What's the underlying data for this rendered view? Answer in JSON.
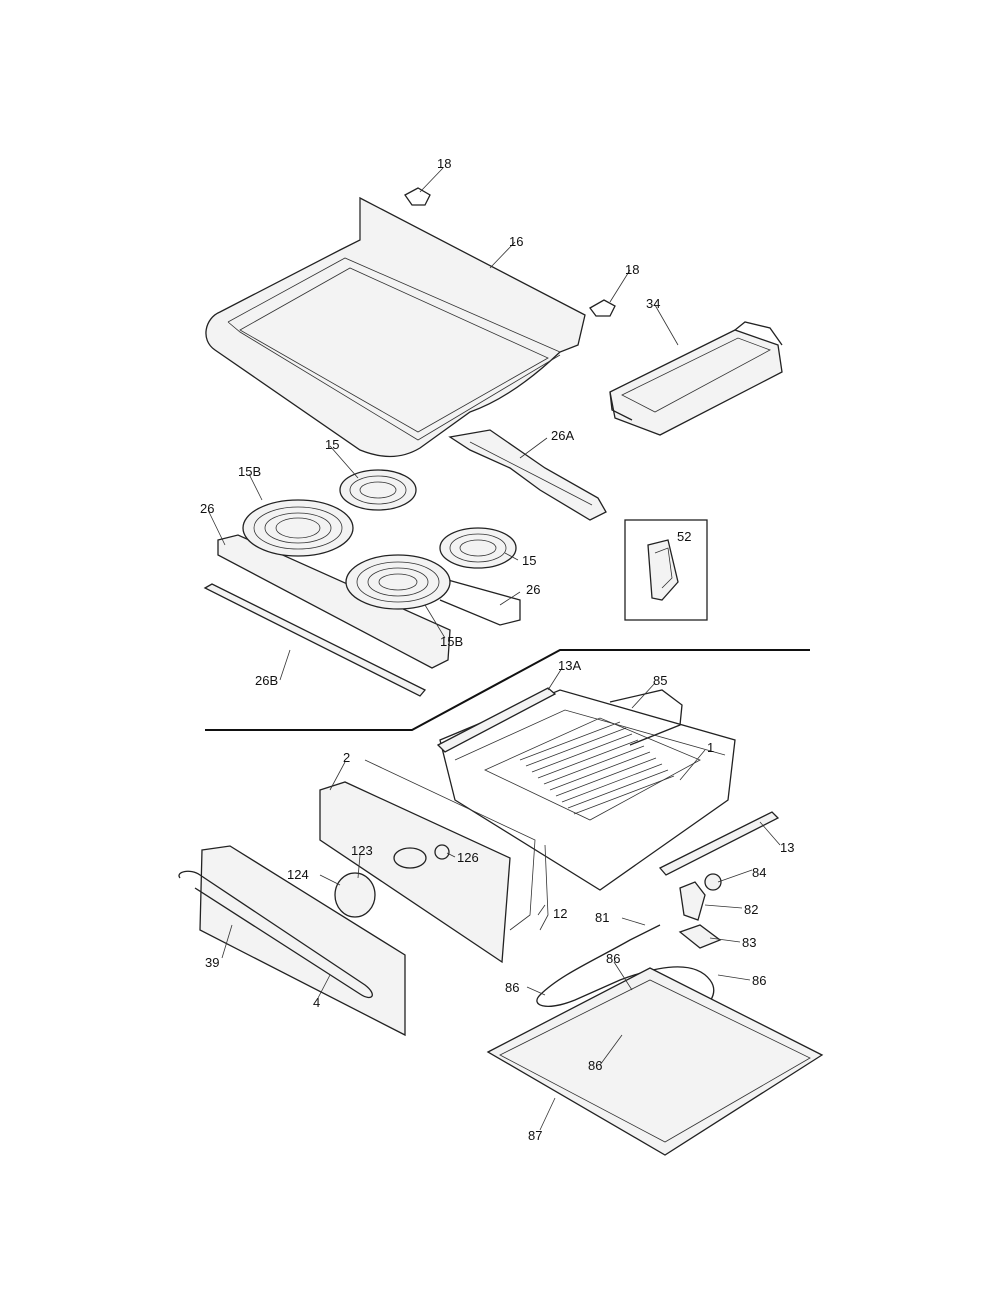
{
  "diagram": {
    "labels": {
      "p18a": "18",
      "p16": "16",
      "p18b": "18",
      "p34": "34",
      "p26A": "26A",
      "p15a": "15",
      "p15Ba": "15B",
      "p26a": "26",
      "p15b": "15",
      "p52": "52",
      "p26b": "26",
      "p15Bb": "15B",
      "p26B": "26B",
      "p13A": "13A",
      "p85": "85",
      "p1": "1",
      "p2": "2",
      "p123": "123",
      "p126": "126",
      "p124": "124",
      "p13": "13",
      "p84": "84",
      "p82": "82",
      "p12": "12",
      "p81": "81",
      "p83": "83",
      "p39": "39",
      "p86a": "86",
      "p86b": "86",
      "p86c": "86",
      "p86d": "86",
      "p4": "4",
      "p87": "87"
    }
  }
}
